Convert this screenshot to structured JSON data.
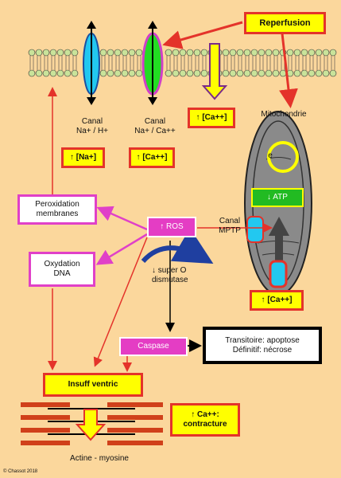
{
  "reperfusion": "Reperfusion",
  "canal_na_h": [
    "Canal",
    "Na+ / H+"
  ],
  "canal_na_ca": [
    "Canal",
    "Na+ / Ca++"
  ],
  "na_up": "↑ [Na+]",
  "ca_up_1": "↑ [Ca++]",
  "ca_up_membrane": "↑ [Ca++]",
  "mitochondrie": "Mitochondrie",
  "electron": "e",
  "atp_down": "↓ ATP",
  "canal_mptp": [
    "Canal",
    "MPTP"
  ],
  "ros": "↑ ROS",
  "peroxidation": [
    "Peroxidation",
    "membranes"
  ],
  "oxydation": [
    "Oxydation",
    "DNA"
  ],
  "super_o": [
    "↓ super O",
    "dismutase"
  ],
  "ca_up_mito": "↑ [Ca++]",
  "caspase": "Caspase",
  "apoptose": [
    "Transitoire: apoptose",
    "Définitif: nécrose"
  ],
  "insuff": "Insuff ventric",
  "contracture": [
    "↑ Ca++:",
    "contracture"
  ],
  "actine": "Actine - myosine",
  "copyright": "© Chassot 2018"
}
